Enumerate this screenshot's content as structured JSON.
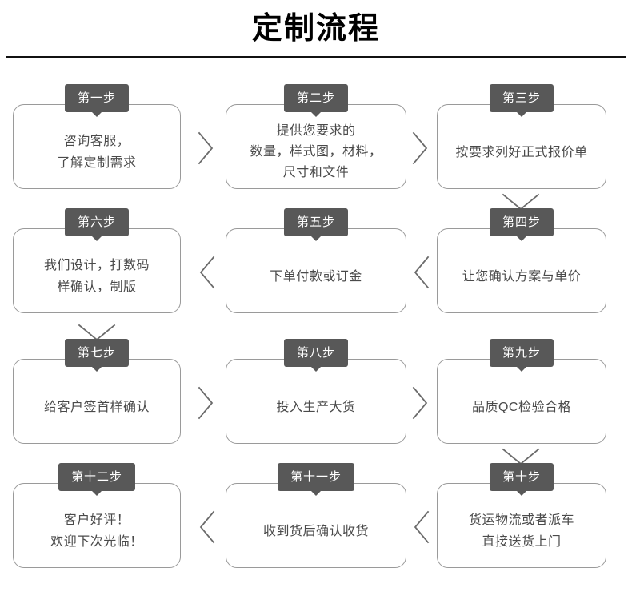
{
  "header": {
    "title": "定制流程"
  },
  "flow": {
    "rows": [
      {
        "direction": "ltr",
        "steps": [
          {
            "badge": "第一步",
            "lines": [
              "咨询客服，",
              "了解定制需求"
            ]
          },
          {
            "badge": "第二步",
            "lines": [
              "提供您要求的",
              "数量，样式图，材料，",
              "尺寸和文件"
            ]
          },
          {
            "badge": "第三步",
            "lines": [
              "按要求列好正式报价单"
            ]
          }
        ],
        "connector_icon": "chevron-right-icon",
        "row_end_icon": "chevron-down-icon",
        "row_end_side": "right"
      },
      {
        "direction": "rtl",
        "steps": [
          {
            "badge": "第六步",
            "lines": [
              "我们设计，打数码",
              "样确认，制版"
            ]
          },
          {
            "badge": "第五步",
            "lines": [
              "下单付款或订金"
            ]
          },
          {
            "badge": "第四步",
            "lines": [
              "让您确认方案与单价"
            ]
          }
        ],
        "connector_icon": "chevron-left-icon",
        "row_end_icon": "chevron-down-icon",
        "row_end_side": "left"
      },
      {
        "direction": "ltr",
        "steps": [
          {
            "badge": "第七步",
            "lines": [
              "给客户签首样确认"
            ]
          },
          {
            "badge": "第八步",
            "lines": [
              "投入生产大货"
            ]
          },
          {
            "badge": "第九步",
            "lines": [
              "品质QC检验合格"
            ]
          }
        ],
        "connector_icon": "chevron-right-icon",
        "row_end_icon": "chevron-down-icon",
        "row_end_side": "right"
      },
      {
        "direction": "rtl",
        "steps": [
          {
            "badge": "第十二步",
            "lines": [
              "客户好评！",
              "欢迎下次光临！"
            ]
          },
          {
            "badge": "第十一步",
            "lines": [
              "收到货后确认收货"
            ]
          },
          {
            "badge": "第十步",
            "lines": [
              "货运物流或者派车",
              "直接送货上门"
            ]
          }
        ],
        "connector_icon": "chevron-left-icon",
        "row_end_icon": "",
        "row_end_side": ""
      }
    ]
  },
  "colors": {
    "badge_bg": "#585858",
    "badge_text": "#ffffff",
    "box_border": "#9a9a9a",
    "body_text": "#4a4a4a",
    "connector": "#6b6b6b",
    "title_text": "#000000",
    "rule": "#111111",
    "background": "#ffffff"
  }
}
